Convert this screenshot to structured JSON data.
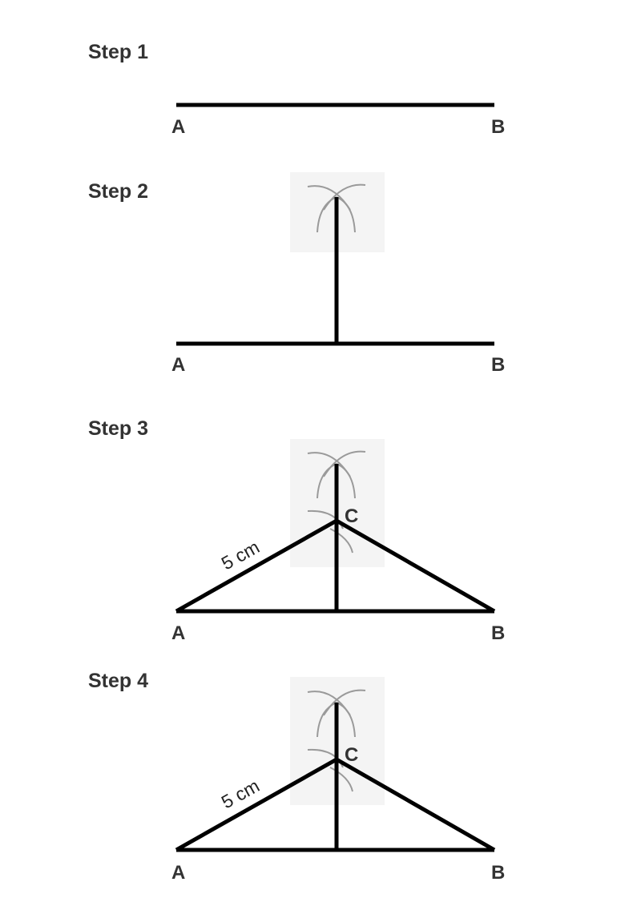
{
  "steps": [
    {
      "title": "Step 1",
      "points": {
        "a": "A",
        "b": "B"
      }
    },
    {
      "title": "Step 2",
      "points": {
        "a": "A",
        "b": "B"
      }
    },
    {
      "title": "Step 3",
      "points": {
        "a": "A",
        "b": "B",
        "c": "C"
      },
      "side_label": "5 cm"
    },
    {
      "title": "Step 4",
      "points": {
        "a": "A",
        "b": "B",
        "c": "C"
      },
      "side_label": "5 cm"
    }
  ],
  "colors": {
    "line": "#000000",
    "arc": "#9a9a9a",
    "text": "#333333"
  }
}
